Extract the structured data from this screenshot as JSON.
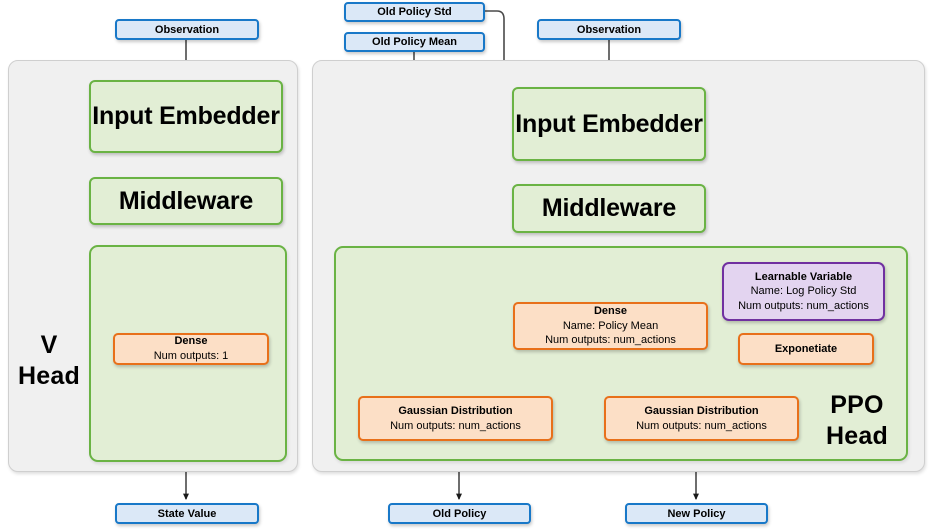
{
  "colors": {
    "panel_bg": "#f0f0f0",
    "panel_border": "#cfcfcf",
    "green_fill": "#e2eed5",
    "green_border": "#6ab344",
    "blue_fill": "#dbe8f7",
    "blue_border": "#1878c8",
    "orange_fill": "#fcdfc6",
    "orange_border": "#e8701a",
    "purple_fill": "#e3d4f0",
    "purple_border": "#7030a0",
    "edge": "#404040"
  },
  "v_head": {
    "label_line1": "V",
    "label_line2": "Head",
    "input_observation": "Observation",
    "input_embedder": "Input Embedder",
    "middleware": "Middleware",
    "dense_title": "Dense",
    "dense_sub": "Num outputs: 1",
    "output": "State Value"
  },
  "ppo_head": {
    "label_line1": "PPO",
    "label_line2": "Head",
    "input_old_policy_std": "Old Policy Std",
    "input_old_policy_mean": "Old Policy Mean",
    "input_observation": "Observation",
    "input_embedder": "Input Embedder",
    "middleware": "Middleware",
    "dense_title": "Dense",
    "dense_name": "Name: Policy Mean",
    "dense_sub": "Num outputs: num_actions",
    "learnable_title": "Learnable Variable",
    "learnable_name": "Name: Log Policy Std",
    "learnable_sub": "Num outputs: num_actions",
    "exponentiate": "Exponetiate",
    "gaussian_old_title": "Gaussian Distribution",
    "gaussian_old_sub": "Num outputs: num_actions",
    "gaussian_new_title": "Gaussian Distribution",
    "gaussian_new_sub": "Num outputs: num_actions",
    "output_old_policy": "Old Policy",
    "output_new_policy": "New Policy"
  }
}
